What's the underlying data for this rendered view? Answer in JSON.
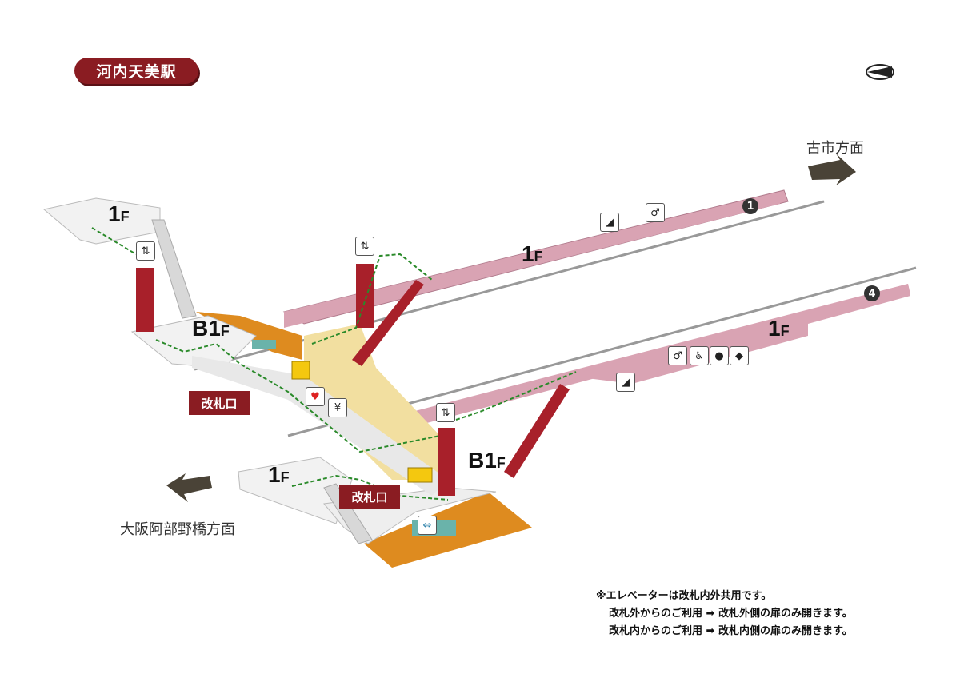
{
  "station": {
    "name": "河内天美駅"
  },
  "directions": {
    "up": "古市方面",
    "down": "大阪阿部野橋方面"
  },
  "floors": {
    "f1": "1",
    "b1": "B1",
    "suffix": "F"
  },
  "gates": {
    "label": "改札口"
  },
  "platforms": {
    "p1": "1",
    "p4": "4"
  },
  "notes": [
    "※エレベーターは改札内外共用です。",
    "改札外からのご利用 ➡ 改札外側の扉のみ開きます。",
    "改札内からのご利用 ➡ 改札内側の扉のみ開きます。"
  ],
  "icons": {
    "ticket": "¥"
  },
  "colors": {
    "platform": "#d9a3b3",
    "concourse": "#f2dfa0",
    "orange": "#de8b1f",
    "column": "#a8202a",
    "gate": "#8a1c22"
  }
}
